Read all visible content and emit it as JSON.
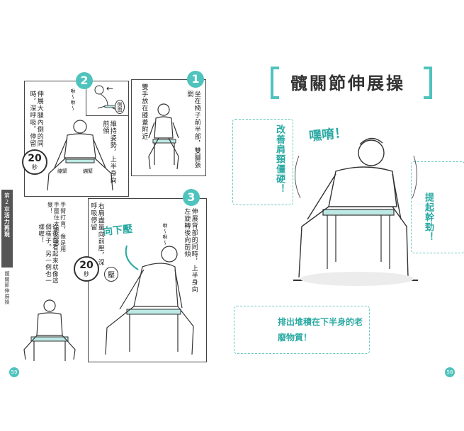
{
  "title": "髖關節伸展操",
  "chapter_tab": {
    "chapter": "第2章",
    "title": "活力再現",
    "sub": "髖關節伸展操"
  },
  "step1": {
    "num": "1",
    "text1": "坐在椅子前半部，雙腳張開",
    "text2": "雙手放在膝蓋附近"
  },
  "step2": {
    "num": "2",
    "text1": "維持姿勢，上半身向前傾",
    "text2": "伸展大腿內側的同時，深呼吸，停留",
    "seconds": "20",
    "unit": "秒",
    "side_label": "側面",
    "grunt": "咻～咻～",
    "leg_label1": "繃緊",
    "leg_label2": "繃緊"
  },
  "step3": {
    "num": "3",
    "text1": "伸展背部的同時，上半身向左旋轉後向前傾",
    "text2": "右肩盡量向前壓，深呼吸停留",
    "seconds": "20",
    "unit": "秒",
    "banner": "向下壓",
    "press": "壓",
    "grunt": "咻～咻～"
  },
  "bottom_left": {
    "note": "手臂打直，像是用手壓住大腿的感覺！",
    "text": "從後面看起來就像這個樣子。另一側也一樣喔！"
  },
  "right": {
    "shout": "嘿唷！",
    "c1": "改善肩頸僵硬！",
    "c2": "提起幹勁！",
    "c3": "排出堆積在下半身的老廢物質！"
  },
  "pages": {
    "left": "59",
    "right": "58"
  },
  "colors": {
    "accent": "#4fc3bd",
    "text_accent": "#2aa9a2"
  }
}
